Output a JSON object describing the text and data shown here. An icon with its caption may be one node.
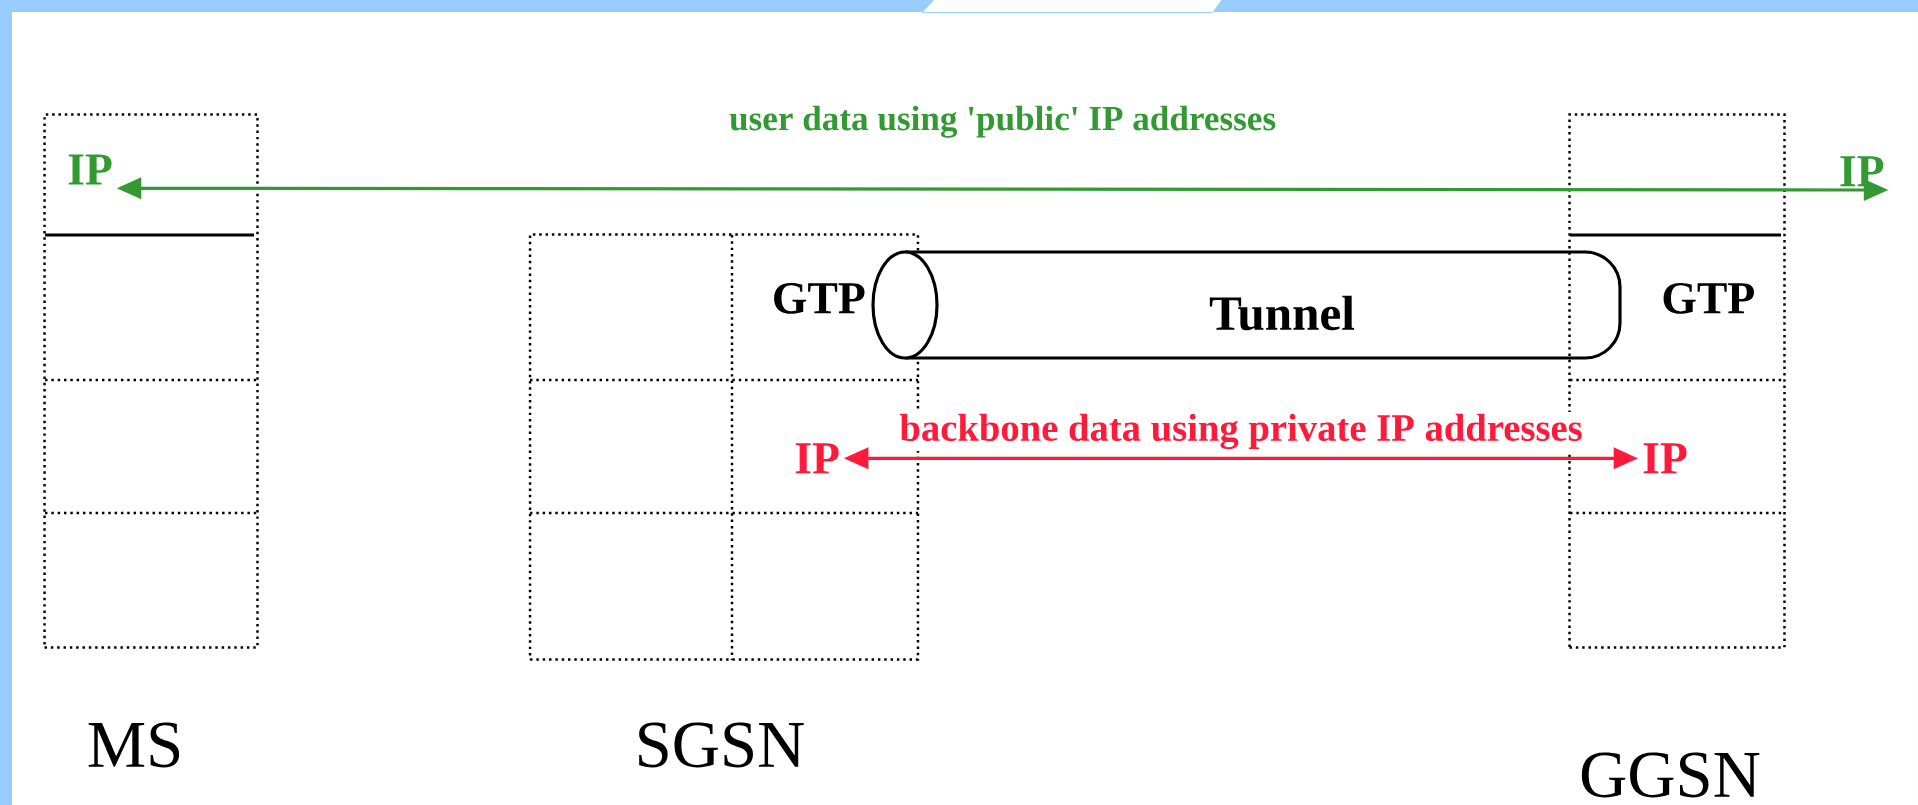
{
  "diagram": {
    "nodes": [
      {
        "text": [
          "MS"
        ]
      },
      {
        "text": [
          "IP"
        ],
        "in": 0
      },
      {
        "text": [
          "SGSN"
        ]
      },
      {
        "text": [
          "GTP"
        ],
        "in": 2
      },
      {
        "text": [
          "IP"
        ],
        "in": 2
      },
      {
        "text": [
          "Tunnel"
        ]
      },
      {
        "text": [
          "GGSN"
        ]
      },
      {
        "text": [
          "GTP"
        ],
        "in": 6
      },
      {
        "text": [
          "IP"
        ],
        "in": 6
      },
      {
        "text": [
          "IP"
        ]
      }
    ],
    "edges": [
      {
        "from": 1,
        "to": 9,
        "arrow": "both",
        "label": "user data using 'public' IP addresses",
        "color": "#339933"
      },
      {
        "from": 4,
        "to": 8,
        "arrow": "both",
        "label": "backbone data using private IP addresses",
        "color": "#ff1a3c"
      }
    ]
  }
}
